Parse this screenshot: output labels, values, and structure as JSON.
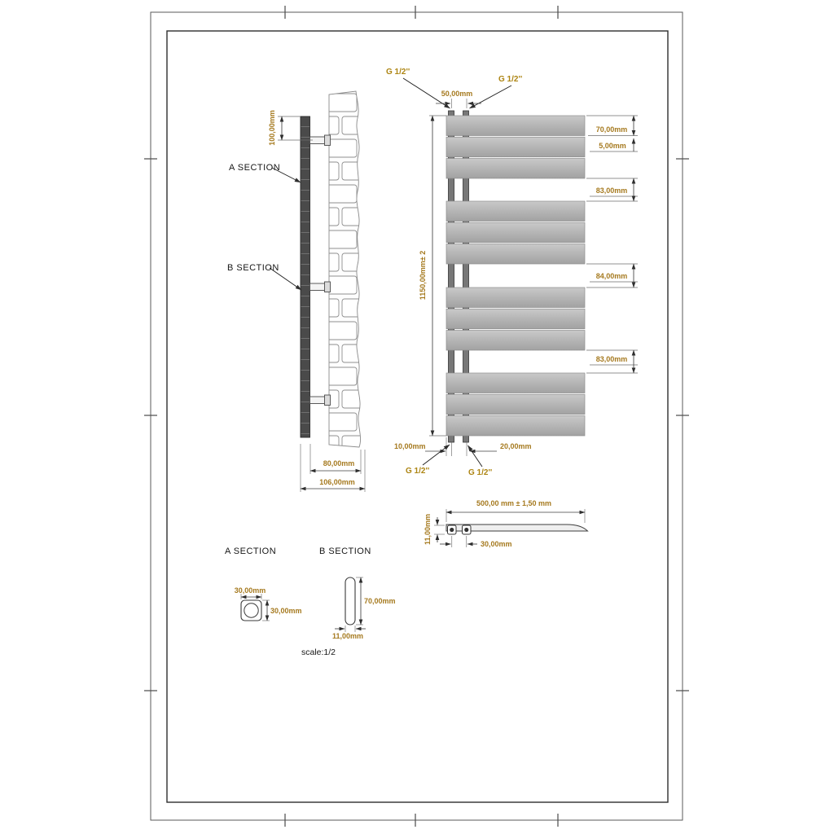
{
  "sheet": {
    "type": "technical-drawing",
    "subject": "towel-radiator"
  },
  "colors": {
    "dimension_text": "#a5791e",
    "connection_text": "#ad8513",
    "drawing_lines": "#3f3f3f",
    "panel_fill": "#b5b5b5",
    "profile_fill": "#4a4a4a"
  },
  "side_view": {
    "a_label": "A SECTION",
    "b_label": "B SECTION",
    "dim_offset": "100,00mm",
    "dim_depth": "80,00mm",
    "dim_total_depth": "106,00mm"
  },
  "front_view": {
    "conn": "G 1/2''",
    "dim_pitch": "50,00mm",
    "dim_height": "1150,00mm± 2",
    "dim_panel": "70,00mm",
    "dim_slat_gap": "5,00mm",
    "dim_gap1": "83,00mm",
    "dim_gap2": "84,00mm",
    "dim_gap3": "83,00mm",
    "dim_off_left": "10,00mm",
    "dim_off_right": "20,00mm"
  },
  "top_view": {
    "dim_width": "500,00 mm ± 1,50 mm",
    "dim_thickness": "11,00mm",
    "dim_pitch": "30,00mm"
  },
  "sections": {
    "a_label": "A SECTION",
    "b_label": "B SECTION",
    "a_width": "30,00mm",
    "a_height": "30,00mm",
    "b_height": "70,00mm",
    "b_width": "11,00mm"
  },
  "notes": {
    "scale": "scale:1/2"
  }
}
